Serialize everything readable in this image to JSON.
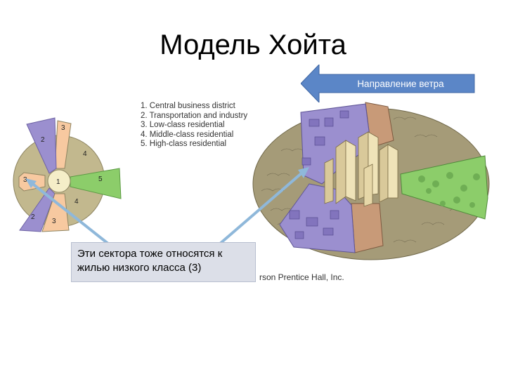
{
  "title": "Модель Хойта",
  "legend": [
    "1. Central business district",
    "2. Transportation and industry",
    "3. Low-class residential",
    "4. Middle-class residential",
    "5. High-class residential"
  ],
  "wind_label": "Направление ветра",
  "note_text": "Эти сектора тоже относятся к жилью низкого класса (3)",
  "credit_text": "rson Prentice Hall, Inc.",
  "sector_labels": {
    "center": "1",
    "transport_top": "2",
    "transport_bottom": "2",
    "low_top": "3",
    "low_bottom": "3",
    "low_left": "3",
    "middle_top": "4",
    "middle_bottom": "4",
    "high": "5"
  },
  "colors": {
    "cbd": "#f5eec8",
    "transport": "#9b8fcf",
    "low_class": "#f7c9a0",
    "middle_class": "#c2b88e",
    "high_class": "#8ccd6a",
    "arrow_fill": "#5b86c7",
    "note_bg": "#dcdfe8"
  }
}
